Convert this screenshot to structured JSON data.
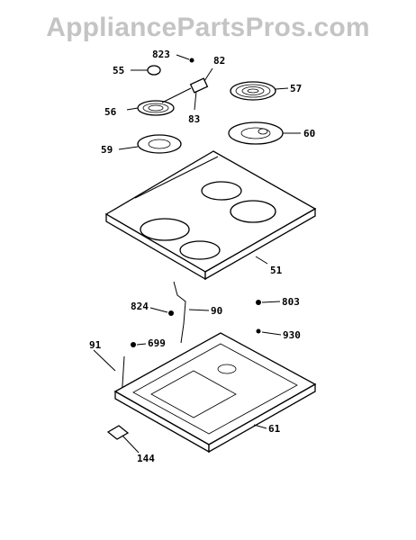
{
  "watermark": "AppliancePartsPros.com",
  "labels": {
    "p823": "823",
    "p82": "82",
    "p55": "55",
    "p57": "57",
    "p56": "56",
    "p83": "83",
    "p59": "59",
    "p60": "60",
    "p51": "51",
    "p824": "824",
    "p90": "90",
    "p803": "803",
    "p91": "91",
    "p699": "699",
    "p930": "930",
    "p61": "61",
    "p144": "144"
  }
}
